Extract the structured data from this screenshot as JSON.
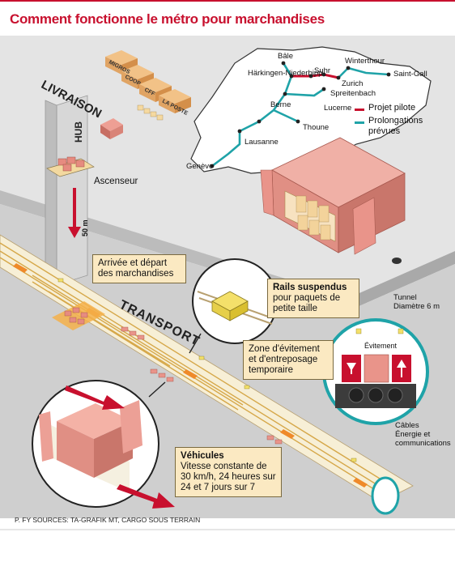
{
  "title": "Comment fonctionne le métro pour marchandises",
  "labels": {
    "livraison": "LIVRAISON",
    "hub": "HUB",
    "ascenseur": "Ascenseur",
    "depth": "50 m",
    "transport": "TRANSPORT"
  },
  "trucks": [
    "MIGROS",
    "COOP",
    "CFF",
    "LA POSTE"
  ],
  "callouts": {
    "arrivee": "Arrivée et départ des marchandises",
    "rails_title": "Rails suspendus",
    "rails_text": "pour paquets de petite taille",
    "zone": "Zone d'évitement et d'entreposage temporaire",
    "vehicules_title": "Véhicules",
    "vehicules_text": "Vitesse constante de 30 km/h, 24 heures sur 24 et 7 jours sur 7"
  },
  "tunnel": {
    "title": "Tunnel",
    "diameter": "Diamètre 6 m",
    "evitement": "Évitement",
    "cables": "Câbles",
    "energie": "Énergie et",
    "communications": "communications"
  },
  "map": {
    "cities": [
      "Bâle",
      "Härkingen-Niederbipp",
      "Suhr",
      "Winterthour",
      "Zurich",
      "Spreitenbach",
      "Saint-Gall",
      "Berne",
      "Lucerne",
      "Thoune",
      "Lausanne",
      "Genève"
    ],
    "legend": [
      {
        "label": "Projet pilote",
        "color": "#c8102e"
      },
      {
        "label": "Prolongations prévues",
        "color": "#1fa3a8"
      }
    ]
  },
  "colors": {
    "accent": "#c8102e",
    "teal": "#1fa3a8",
    "callout_bg": "#fbe9c2",
    "ground": "#dcdcdc",
    "salmon": "#e9948a"
  },
  "footer": "P. FY SOURCES: TA-GRAFIK MT, CARGO SOUS TERRAIN"
}
